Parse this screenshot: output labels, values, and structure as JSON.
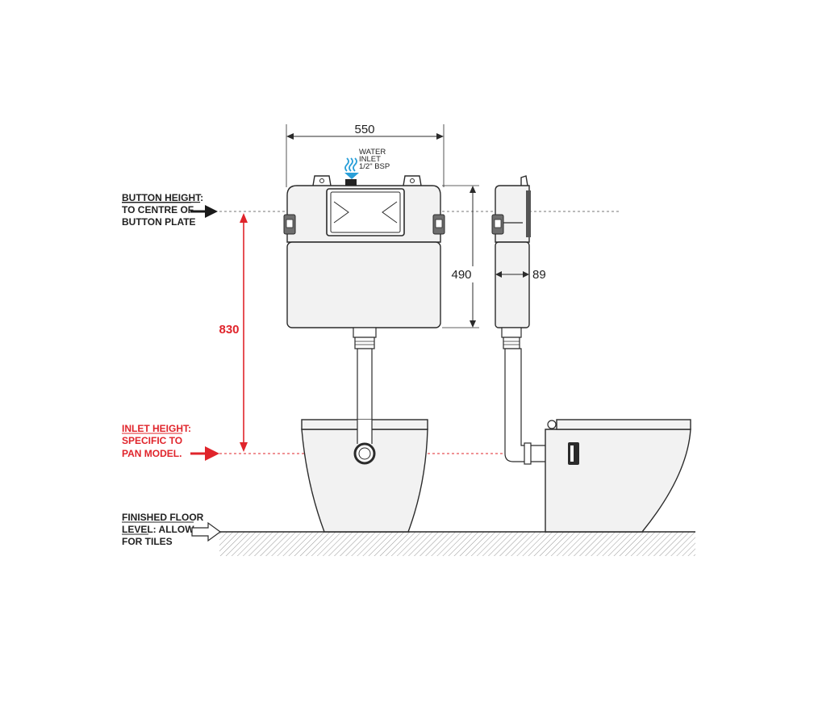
{
  "dimensions": {
    "width": "550",
    "height": "490",
    "depth": "89",
    "button_height": "830"
  },
  "water_inlet": {
    "line1": "WATER",
    "line2": "INLET",
    "line3": "1/2\" BSP"
  },
  "labels": {
    "button_height": {
      "title": "BUTTON HEIGHT",
      "colon": ":",
      "line2": "TO CENTRE OF",
      "line3": "BUTTON PLATE"
    },
    "inlet_height": {
      "title": "INLET HEIGHT",
      "colon": ":",
      "line2": "SPECIFIC TO",
      "line3": "PAN MODEL."
    },
    "finished_floor": {
      "line1": "FINISHED FLOOR",
      "line2_underlined": "LEVEL",
      "line2_rest": ": ALLOW",
      "line3": "FOR TILES"
    }
  },
  "colors": {
    "accent_red": "#e0242b",
    "water_blue": "#2a9fd8",
    "outline": "#2b2b2b"
  }
}
